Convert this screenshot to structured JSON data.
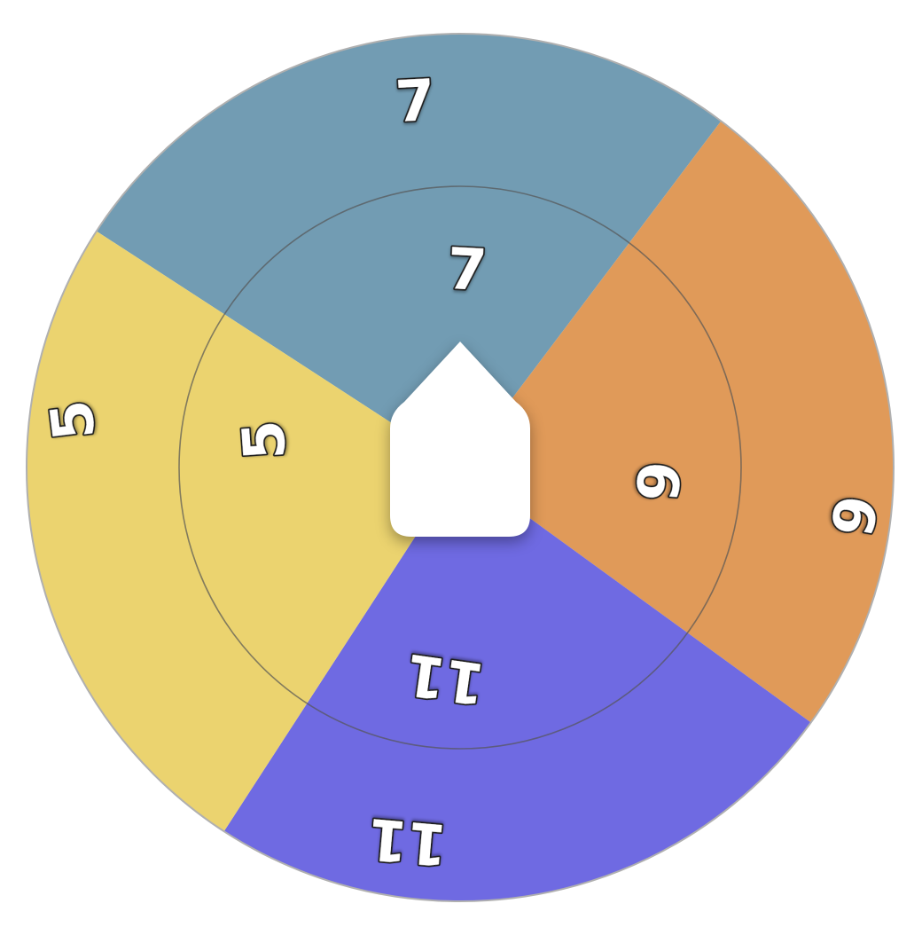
{
  "wheel": {
    "segments": [
      {
        "id": "blue",
        "color": "#729cb3",
        "outer_label": "7",
        "inner_label": "7"
      },
      {
        "id": "orange",
        "color": "#e09a59",
        "outer_label": "6",
        "inner_label": "6"
      },
      {
        "id": "purple",
        "color": "#6f6ae2",
        "outer_label": "11",
        "inner_label": "11"
      },
      {
        "id": "yellow",
        "color": "#ebd36f",
        "outer_label": "5",
        "inner_label": "5"
      }
    ],
    "ring_line_color": "#555555",
    "outer_border_color": "#b0b0b0"
  },
  "pointer": {
    "icon": "spin-pointer-icon",
    "color": "#ffffff"
  }
}
